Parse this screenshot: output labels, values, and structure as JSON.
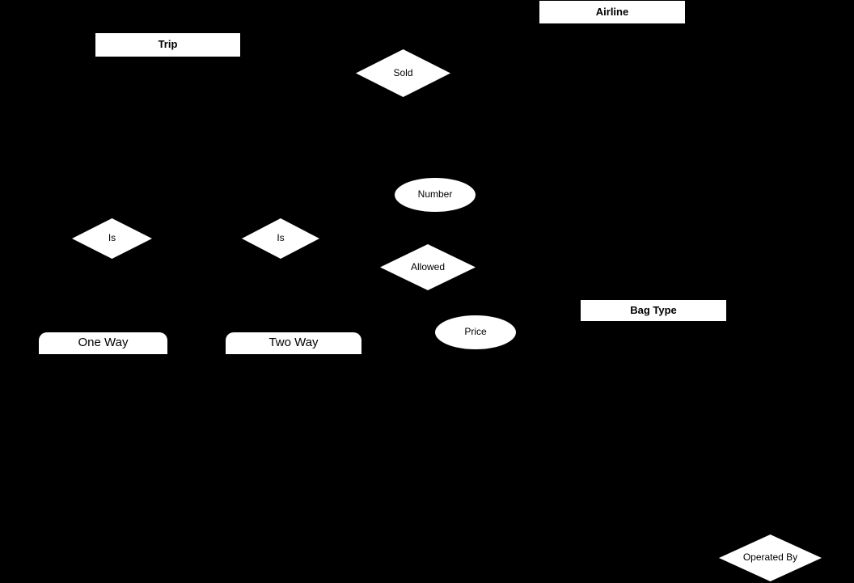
{
  "diagram": {
    "kind": "er-diagram",
    "colors": {
      "background": "#000000",
      "shape_fill": "#ffffff",
      "shape_text": "#000000"
    },
    "shapes": [
      {
        "id": "trip",
        "type": "entity",
        "label": "Trip"
      },
      {
        "id": "airline",
        "type": "entity",
        "label": "Airline"
      },
      {
        "id": "sold",
        "type": "relationship",
        "label": "Sold"
      },
      {
        "id": "number",
        "type": "attribute",
        "label": "Number"
      },
      {
        "id": "is-1",
        "type": "relationship",
        "label": "Is"
      },
      {
        "id": "is-2",
        "type": "relationship",
        "label": "Is"
      },
      {
        "id": "allowed",
        "type": "relationship",
        "label": "Allowed"
      },
      {
        "id": "bag-type",
        "type": "entity",
        "label": "Bag Type"
      },
      {
        "id": "one-way",
        "type": "rounded-node",
        "label": "One Way"
      },
      {
        "id": "two-way",
        "type": "rounded-node",
        "label": "Two Way"
      },
      {
        "id": "price",
        "type": "attribute",
        "label": "Price"
      },
      {
        "id": "operated-by",
        "type": "relationship",
        "label": "Operated By"
      }
    ]
  }
}
